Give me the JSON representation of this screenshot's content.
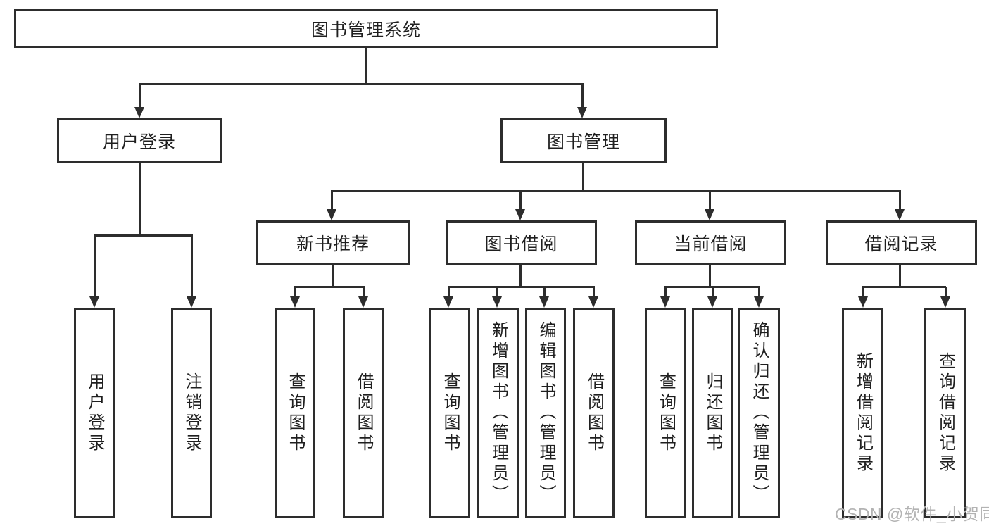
{
  "tree": {
    "root": {
      "label": "图书管理系统"
    },
    "branches": [
      {
        "label": "用户登录",
        "children": [
          {
            "label": "用户登录"
          },
          {
            "label": "注销登录"
          }
        ]
      },
      {
        "label": "图书管理",
        "children": [
          {
            "label": "新书推荐",
            "children": [
              {
                "label": "查询图书"
              },
              {
                "label": "借阅图书"
              }
            ]
          },
          {
            "label": "图书借阅",
            "children": [
              {
                "label": "查询图书"
              },
              {
                "label": "新增图书（管理员）"
              },
              {
                "label": "编辑图书（管理员）"
              },
              {
                "label": "借阅图书"
              }
            ]
          },
          {
            "label": "当前借阅",
            "children": [
              {
                "label": "查询图书"
              },
              {
                "label": "归还图书"
              },
              {
                "label": "确认归还（管理员）"
              }
            ]
          },
          {
            "label": "借阅记录",
            "children": [
              {
                "label": "新增借阅记录"
              },
              {
                "label": "查询借阅记录"
              }
            ]
          }
        ]
      }
    ]
  },
  "watermark": "CSDN @软件_小贺同学",
  "colors": {
    "line": "#2d2d2d",
    "box_border": "#2d2d2d",
    "background": "#ffffff",
    "text": "#1f1f1f",
    "watermark": "#b3b3b3"
  }
}
